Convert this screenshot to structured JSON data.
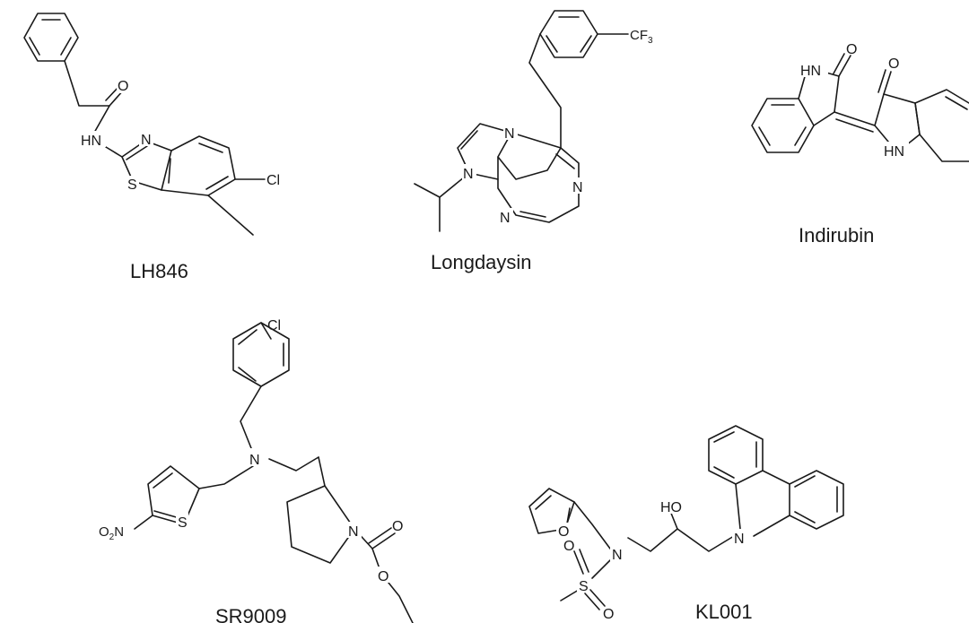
{
  "compounds": [
    {
      "name": "LH846",
      "atom_labels": {
        "carbonyl_o": "O",
        "amide_nh": "HN",
        "thiazole_n": "N",
        "thiazole_s": "S",
        "chloro": "Cl"
      }
    },
    {
      "name": "Longdaysin",
      "atom_labels": {
        "cf3": "CF",
        "cf3_sub": "3",
        "purine_n7": "N",
        "purine_n9": "N",
        "purine_n1": "N",
        "purine_n3": "N"
      }
    },
    {
      "name": "Indirubin",
      "atom_labels": {
        "o_left": "O",
        "o_right": "O",
        "nh_left": "HN",
        "nh_right": "HN"
      }
    },
    {
      "name": "SR9009",
      "atom_labels": {
        "chloro": "Cl",
        "amine_n": "N",
        "nitro": "O",
        "nitro_sub": "2",
        "nitro_n": "N",
        "thiophene_s": "S",
        "pyrrolidine_n": "N",
        "carbamate_o": "O",
        "ester_o": "O"
      }
    },
    {
      "name": "KL001",
      "atom_labels": {
        "hydroxyl": "HO",
        "carbazole_n": "N",
        "sulfonamide_n": "N",
        "furan_o": "O",
        "sulfonyl_s": "S",
        "sulfonyl_o1": "O",
        "sulfonyl_o2": "O"
      }
    }
  ]
}
